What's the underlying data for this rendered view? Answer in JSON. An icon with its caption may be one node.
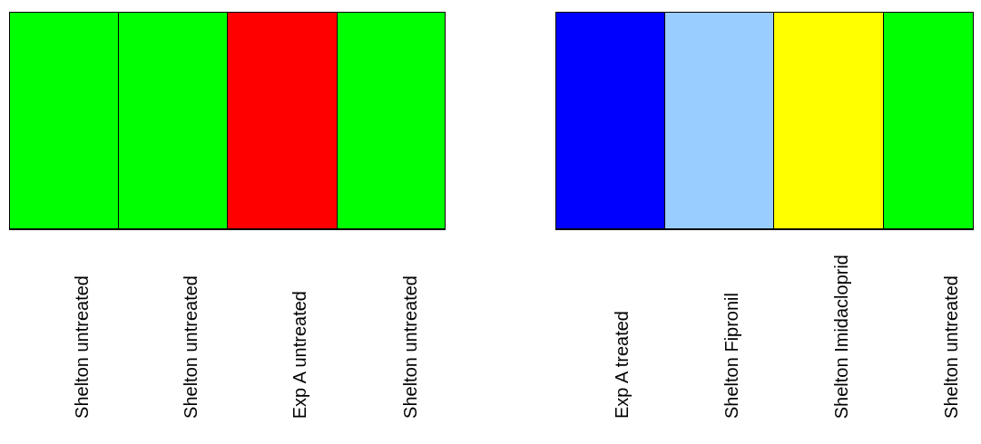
{
  "diagram": {
    "nodes": [
      {
        "text": [],
        "shape": "box"
      },
      {
        "text": [],
        "shape": "box"
      },
      {
        "text": [],
        "shape": "box"
      },
      {
        "text": [],
        "shape": "box"
      },
      {
        "text": [],
        "shape": "box"
      },
      {
        "text": [],
        "shape": "box"
      },
      {
        "text": [],
        "shape": "box"
      },
      {
        "text": [],
        "shape": "box"
      }
    ],
    "labels": [
      "Shelton untreated",
      "Shelton untreated",
      "Exp A untreated",
      "Shelton untreated",
      "Exp A treated",
      "Shelton Fipronil",
      "Shelton Imidacloprid",
      "Shelton untreated"
    ]
  }
}
